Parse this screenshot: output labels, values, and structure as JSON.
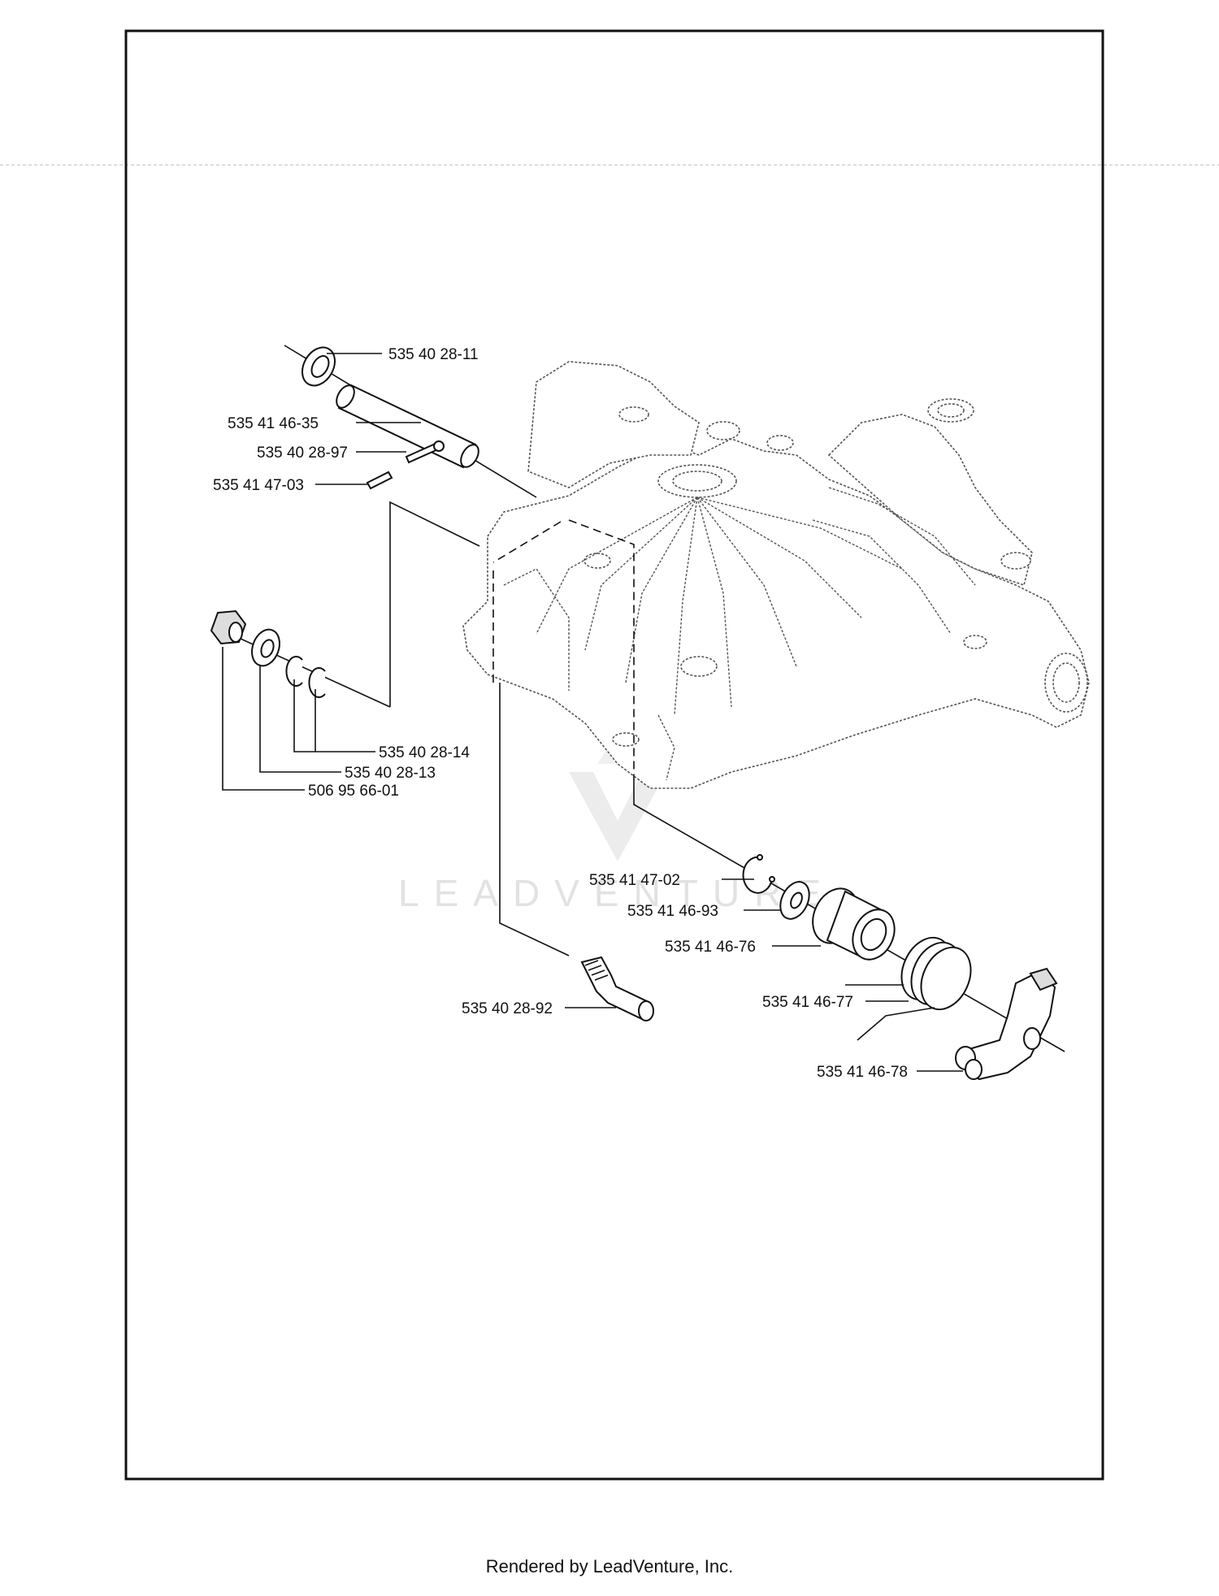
{
  "diagram": {
    "parts": [
      {
        "id": "p1",
        "number": "535 40 28-11"
      },
      {
        "id": "p2",
        "number": "535 41 46-35"
      },
      {
        "id": "p3",
        "number": "535 40 28-97"
      },
      {
        "id": "p4",
        "number": "535 41 47-03"
      },
      {
        "id": "p5",
        "number": "535 40 28-14"
      },
      {
        "id": "p6",
        "number": "535 40 28-13"
      },
      {
        "id": "p7",
        "number": "506 95 66-01"
      },
      {
        "id": "p8",
        "number": "535 41 47-02"
      },
      {
        "id": "p9",
        "number": "535 41 46-93"
      },
      {
        "id": "p10",
        "number": "535 41 46-76"
      },
      {
        "id": "p11",
        "number": "535 41 46-77"
      },
      {
        "id": "p12",
        "number": "535 40 28-92"
      },
      {
        "id": "p13",
        "number": "535 41 46-78"
      }
    ],
    "watermark": "LEADVENTURE"
  },
  "footer": {
    "text": "Rendered by LeadVenture, Inc."
  }
}
